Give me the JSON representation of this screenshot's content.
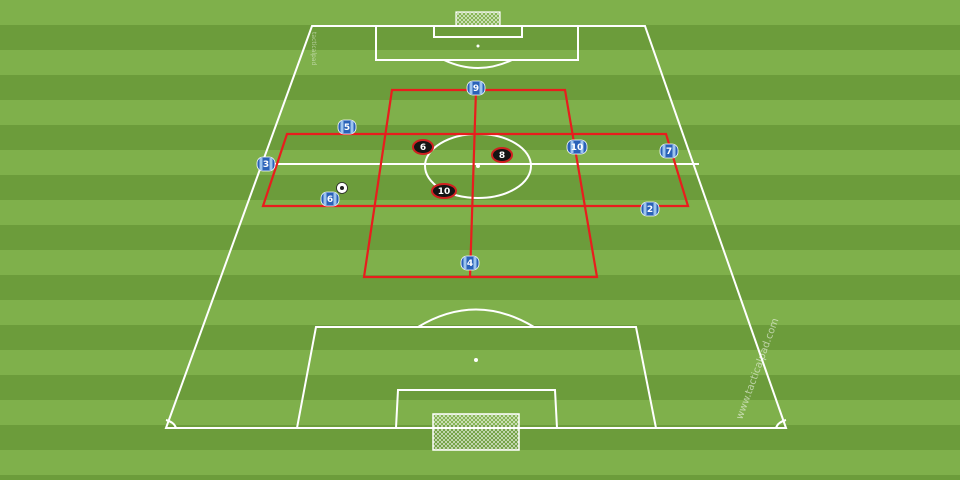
{
  "watermark": "www.tacticalpad.com",
  "side_caption": "tacticalpad",
  "colors": {
    "stripe_light": "#7fb04b",
    "stripe_dark": "#6c9c3b",
    "lines": "#ffffff",
    "zone": "#e81d1d",
    "team_blue": "#2a62b8",
    "team_blue_stripe": "#9cc4ee",
    "team_black": "#141414",
    "team_black_ring": "#d02020"
  },
  "players": {
    "blue": [
      {
        "number": "9",
        "name": "blue-player-9"
      },
      {
        "number": "5",
        "name": "blue-player-5"
      },
      {
        "number": "3",
        "name": "blue-player-3"
      },
      {
        "number": "6",
        "name": "blue-player-6"
      },
      {
        "number": "10",
        "name": "blue-player-10"
      },
      {
        "number": "7",
        "name": "blue-player-7"
      },
      {
        "number": "2",
        "name": "blue-player-2"
      },
      {
        "number": "4",
        "name": "blue-player-4"
      }
    ],
    "black": [
      {
        "number": "6",
        "name": "black-player-6"
      },
      {
        "number": "8",
        "name": "black-player-8"
      },
      {
        "number": "10",
        "name": "black-player-10"
      }
    ]
  },
  "icons": {
    "ball": "soccer-ball-icon",
    "top_goal": "goal-net-icon",
    "bottom_goal": "goal-net-icon"
  }
}
